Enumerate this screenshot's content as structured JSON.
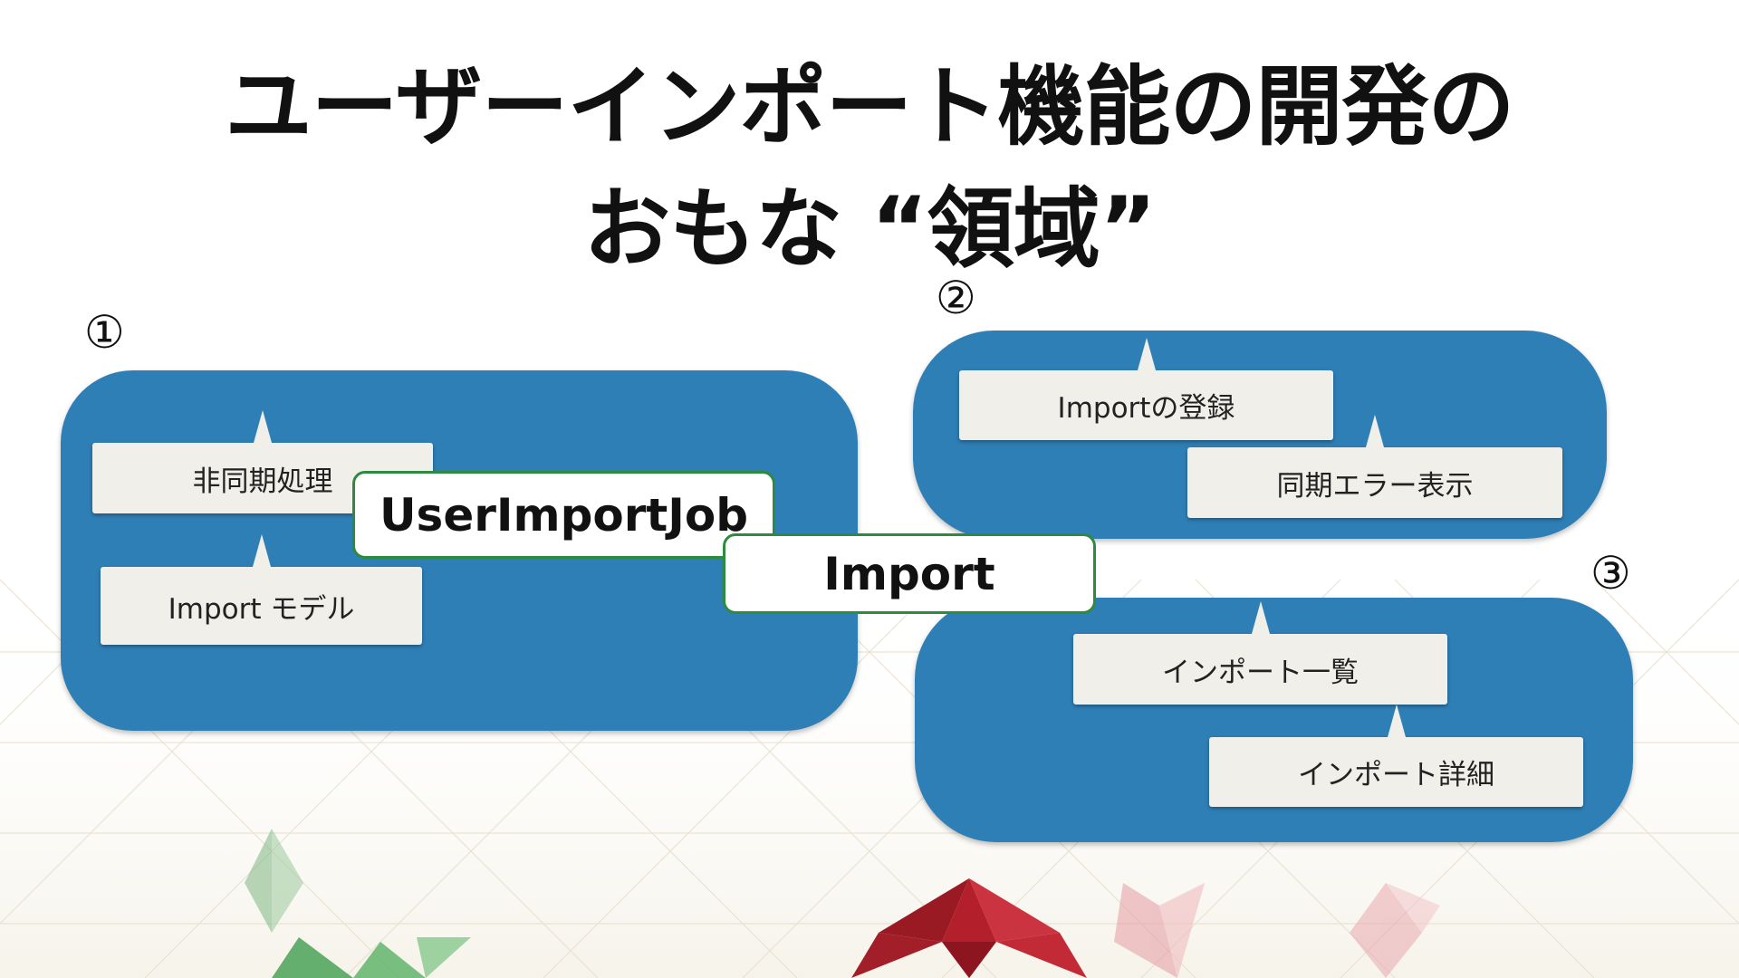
{
  "title": {
    "line1": "ユーザーインポート機能の開発の",
    "line2": "おもな “領域”"
  },
  "regions": [
    {
      "number": "①",
      "items": [
        "非同期処理",
        "Import モデル"
      ]
    },
    {
      "number": "②",
      "items": [
        "Importの登録",
        "同期エラー表示"
      ]
    },
    {
      "number": "③",
      "items": [
        "インポート一覧",
        "インポート詳細"
      ]
    }
  ],
  "tags": {
    "user_import_job": "UserImportJob",
    "import": "Import"
  },
  "colors": {
    "region_fill": "#2f7fb7",
    "callout_fill": "#f0efe9",
    "tag_border": "#2e8a3e"
  }
}
